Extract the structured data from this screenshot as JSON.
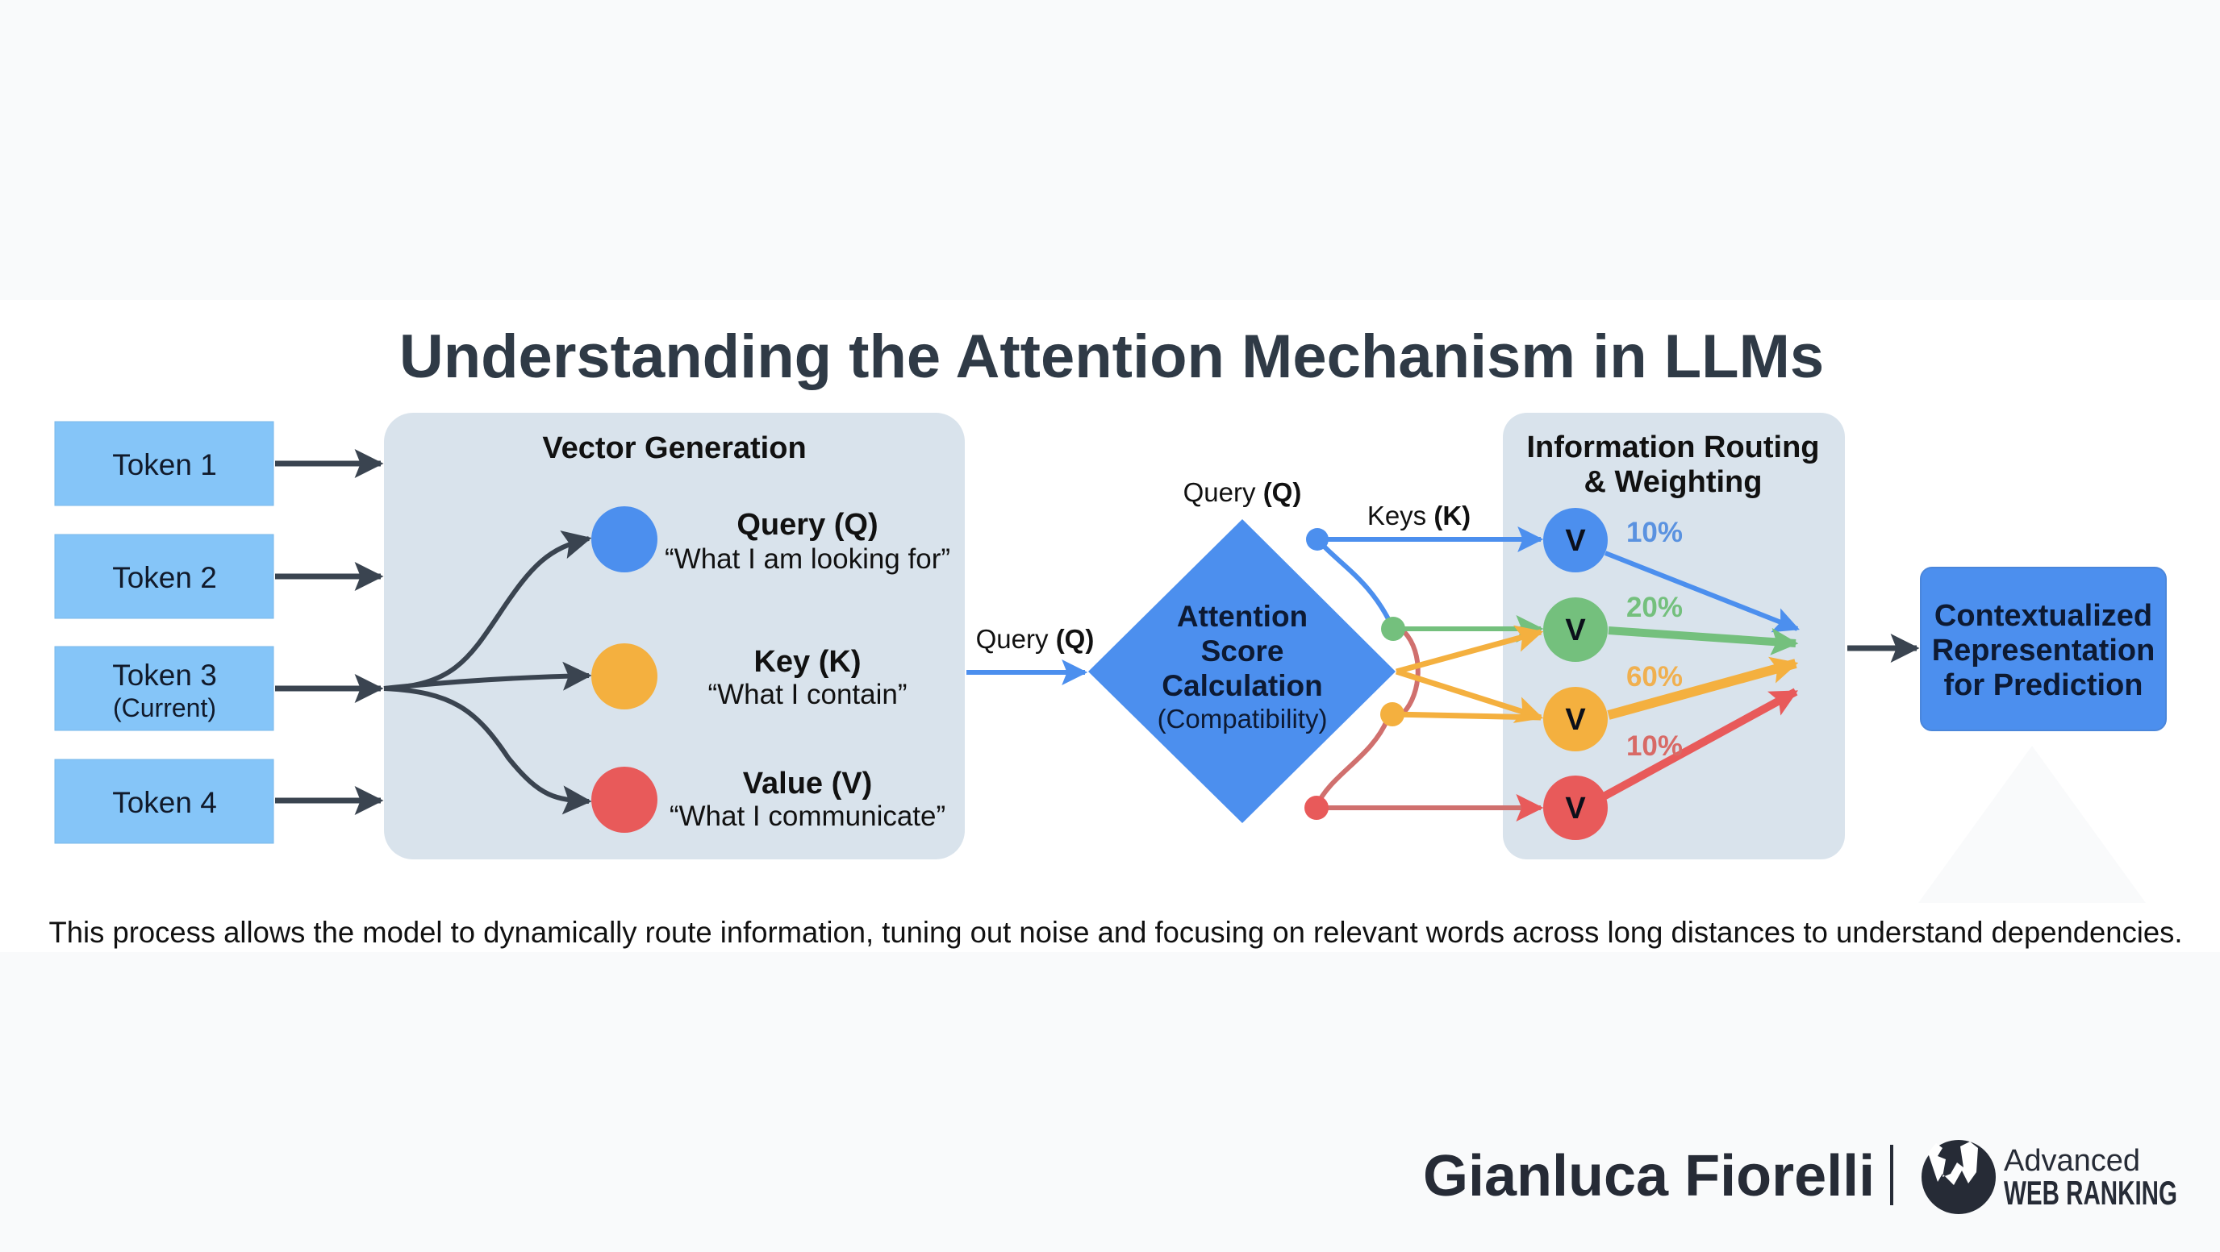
{
  "title": "Understanding the Attention Mechanism in LLMs",
  "colors": {
    "token_fill": "#85c5f8",
    "panel_fill": "#d9e3ec",
    "arrow_dark": "#3a4450",
    "query_blue": "#4c8fee",
    "key_yellow": "#f4b03f",
    "value_red": "#e85a5a",
    "green": "#74c07d",
    "diamond_blue": "#4c8fee",
    "context_blue": "#4c8fee"
  },
  "tokens": [
    {
      "label": "Token 1",
      "sub": ""
    },
    {
      "label": "Token 2",
      "sub": ""
    },
    {
      "label": "Token 3",
      "sub": "(Current)"
    },
    {
      "label": "Token 4",
      "sub": ""
    }
  ],
  "vector_generation": {
    "title": "Vector Generation",
    "items": [
      {
        "label": "Query (Q)",
        "desc": "“What I am looking for”",
        "icon": "query-circle"
      },
      {
        "label": "Key (K)",
        "desc": "“What I contain”",
        "icon": "key-circle"
      },
      {
        "label": "Value (V)",
        "desc": "“What I communicate”",
        "icon": "value-circle"
      }
    ]
  },
  "query_arrow_label": {
    "text": "Query ",
    "bold": "(Q)"
  },
  "attention": {
    "top_label": {
      "text": "Query ",
      "bold": "(Q)"
    },
    "lines": [
      "Attention",
      "Score",
      "Calculation"
    ],
    "sub": "(Compatibility)"
  },
  "keys_label": {
    "text": "Keys ",
    "bold": "(K)"
  },
  "routing": {
    "title_lines": [
      "Information Routing",
      "& Weighting"
    ],
    "values": [
      {
        "letter": "V",
        "weight": "10%",
        "color": "#4c8fee"
      },
      {
        "letter": "V",
        "weight": "20%",
        "color": "#74c07d"
      },
      {
        "letter": "V",
        "weight": "60%",
        "color": "#f4b03f"
      },
      {
        "letter": "V",
        "weight": "10%",
        "color": "#e85a5a"
      }
    ]
  },
  "output": {
    "lines": [
      "Contextualized",
      "Representation",
      "for Prediction"
    ]
  },
  "caption": "This process allows the model to dynamically route information, tuning out noise and focusing on relevant words across long distances to understand dependencies.",
  "footer": {
    "author": "Gianluca Fiorelli",
    "logo_top": "Advanced",
    "logo_bottom": "WEB RANKING"
  }
}
